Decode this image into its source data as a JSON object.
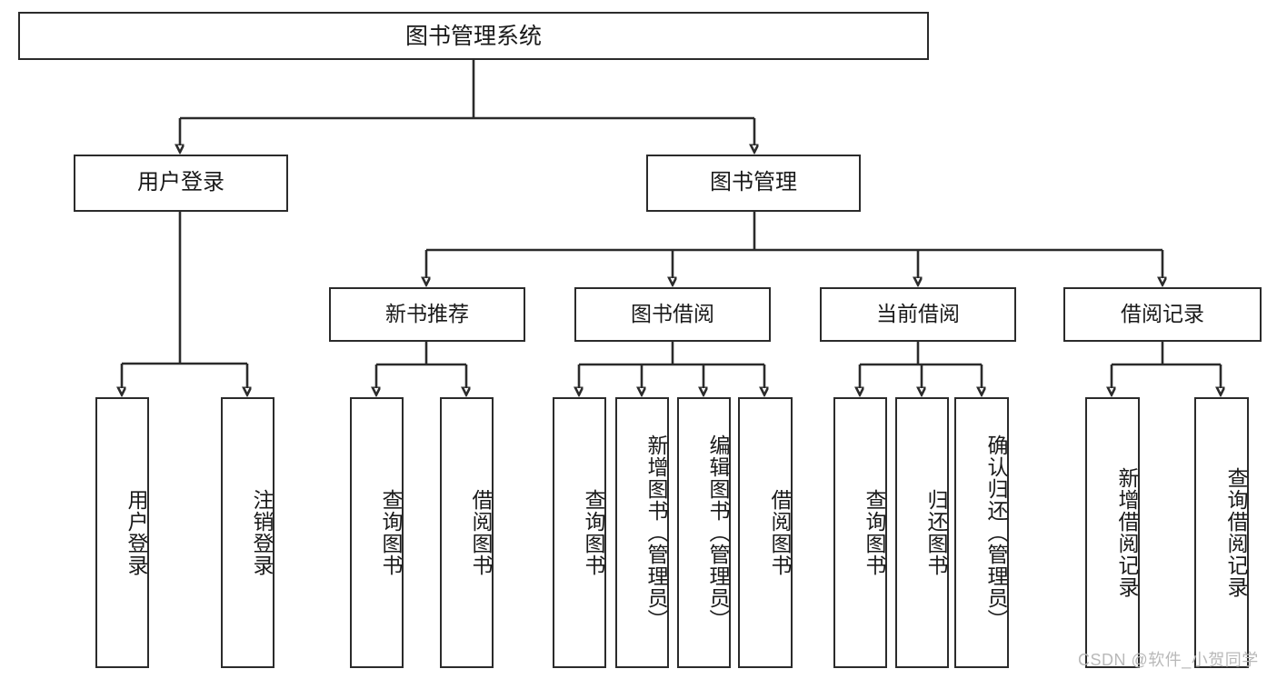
{
  "diagram": {
    "title": "图书管理系统",
    "type": "tree-hierarchy-chart",
    "root": {
      "id": "root",
      "label": "图书管理系统"
    },
    "level2": [
      {
        "id": "user-login",
        "label": "用户登录"
      },
      {
        "id": "book-manage",
        "label": "图书管理"
      }
    ],
    "level3": [
      {
        "id": "new-book-rec",
        "label": "新书推荐"
      },
      {
        "id": "book-borrow",
        "label": "图书借阅"
      },
      {
        "id": "current-borrow",
        "label": "当前借阅"
      },
      {
        "id": "borrow-record",
        "label": "借阅记录"
      }
    ],
    "leaves": {
      "user_login": [
        {
          "id": "leaf-user-login",
          "label": "用户登录"
        },
        {
          "id": "leaf-logout",
          "label": "注销登录"
        }
      ],
      "new_book_rec": [
        {
          "id": "leaf-query-book-1",
          "label": "查询图书"
        },
        {
          "id": "leaf-borrow-book-1",
          "label": "借阅图书"
        }
      ],
      "book_borrow": [
        {
          "id": "leaf-query-book-2",
          "label": "查询图书"
        },
        {
          "id": "leaf-add-book",
          "label": "新增图书（管理员）"
        },
        {
          "id": "leaf-edit-book",
          "label": "编辑图书（管理员）"
        },
        {
          "id": "leaf-borrow-book-2",
          "label": "借阅图书"
        }
      ],
      "current_borrow": [
        {
          "id": "leaf-query-book-3",
          "label": "查询图书"
        },
        {
          "id": "leaf-return-book",
          "label": "归还图书"
        },
        {
          "id": "leaf-confirm-return",
          "label": "确认归还（管理员）"
        }
      ],
      "borrow_record": [
        {
          "id": "leaf-add-record",
          "label": "新增借阅记录"
        },
        {
          "id": "leaf-query-record",
          "label": "查询借阅记录"
        }
      ]
    }
  },
  "watermark": {
    "text": "CSDN @软件_小贺同学"
  },
  "colors": {
    "stroke": "#2b2b2b",
    "fill": "#ffffff",
    "text": "#1a1a1a",
    "watermark": "#b9b9b9"
  }
}
